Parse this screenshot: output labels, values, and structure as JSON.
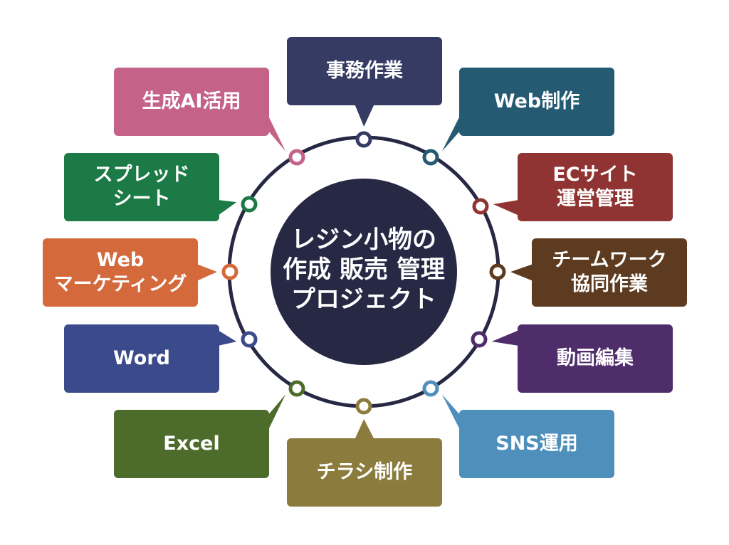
{
  "center": {
    "lines": [
      "レジン小物の",
      "作成 販売 管理",
      "プロジェクト"
    ],
    "color": "#262844"
  },
  "ring_color": "#262844",
  "nodes": [
    {
      "key": "jimu",
      "lines": [
        "事務作業"
      ],
      "color": "#353b63"
    },
    {
      "key": "web",
      "lines": [
        "Web制作"
      ],
      "color": "#245b72"
    },
    {
      "key": "ec",
      "lines": [
        "ECサイト",
        "運営管理"
      ],
      "color": "#8f3432"
    },
    {
      "key": "team",
      "lines": [
        "チームワーク",
        "協同作業"
      ],
      "color": "#5c3b20"
    },
    {
      "key": "douga",
      "lines": [
        "動画編集"
      ],
      "color": "#4f2d6b"
    },
    {
      "key": "sns",
      "lines": [
        "SNS運用"
      ],
      "color": "#4f8fbc"
    },
    {
      "key": "chirashi",
      "lines": [
        "チラシ制作"
      ],
      "color": "#8b7c3e"
    },
    {
      "key": "excel",
      "lines": [
        "Excel"
      ],
      "color": "#4d6b2a"
    },
    {
      "key": "word",
      "lines": [
        "Word"
      ],
      "color": "#3b4a8a"
    },
    {
      "key": "webmkt",
      "lines": [
        "Web",
        "マーケティング"
      ],
      "color": "#d46a3c"
    },
    {
      "key": "sheet",
      "lines": [
        "スプレッド",
        "シート"
      ],
      "color": "#1b7a45"
    },
    {
      "key": "ai",
      "lines": [
        "生成AI活用"
      ],
      "color": "#c46287"
    }
  ]
}
